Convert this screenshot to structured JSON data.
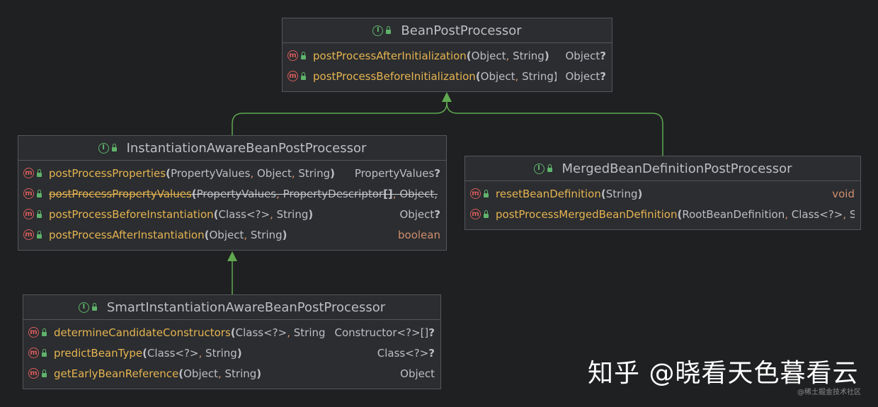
{
  "colors": {
    "edge": "#5fa84f",
    "method_name": "#e6b450",
    "keyword": "#cf8e6d",
    "text": "#bcbec4"
  },
  "classes": {
    "bpp": {
      "name": "BeanPostProcessor",
      "methods": [
        {
          "name": "postProcessAfterInitialization",
          "params": [
            "Object",
            "String"
          ],
          "ret": "Object",
          "ret_suffix": "?"
        },
        {
          "name": "postProcessBeforeInitialization",
          "params": [
            "Object",
            "String"
          ],
          "ret": "Object",
          "ret_suffix": "?"
        }
      ]
    },
    "iabpp": {
      "name": "InstantiationAwareBeanPostProcessor",
      "methods": [
        {
          "name": "postProcessProperties",
          "params": [
            "PropertyValues",
            "Object",
            "String"
          ],
          "ret": "PropertyValues",
          "ret_suffix": "?"
        },
        {
          "name": "postProcessPropertyValues",
          "params": [
            "PropertyValues",
            "PropertyDescriptor",
            "Object,"
          ],
          "ret": "",
          "ret_suffix": ""
        },
        {
          "name": "postProcessBeforeInstantiation",
          "params": [
            "Class<?>",
            "String"
          ],
          "ret": "Object",
          "ret_suffix": "?"
        },
        {
          "name": "postProcessAfterInstantiation",
          "params": [
            "Object",
            "String"
          ],
          "ret": "boolean",
          "ret_suffix": ""
        }
      ]
    },
    "mbdpp": {
      "name": "MergedBeanDefinitionPostProcessor",
      "methods": [
        {
          "name": "resetBeanDefinition",
          "params": [
            "String"
          ],
          "ret": "void",
          "ret_suffix": ""
        },
        {
          "name": "postProcessMergedBeanDefinition",
          "params": [
            "RootBeanDefinition",
            "Class<?>",
            "St"
          ],
          "ret": "",
          "ret_suffix": ""
        }
      ]
    },
    "siabpp": {
      "name": "SmartInstantiationAwareBeanPostProcessor",
      "methods": [
        {
          "name": "determineCandidateConstructors",
          "params": [
            "Class<?>",
            "String"
          ],
          "ret": "Constructor<?>[]",
          "ret_suffix": "?"
        },
        {
          "name": "predictBeanType",
          "params": [
            "Class<?>",
            "String"
          ],
          "ret": "Class<?>",
          "ret_suffix": "?"
        },
        {
          "name": "getEarlyBeanReference",
          "params": [
            "Object",
            "String"
          ],
          "ret": "Object",
          "ret_suffix": ""
        }
      ]
    }
  },
  "icons": {
    "method": "m",
    "interface": "I"
  },
  "watermark": {
    "main": "知乎 @晓看天色暮看云",
    "sub": "@稀土掘金技术社区"
  }
}
